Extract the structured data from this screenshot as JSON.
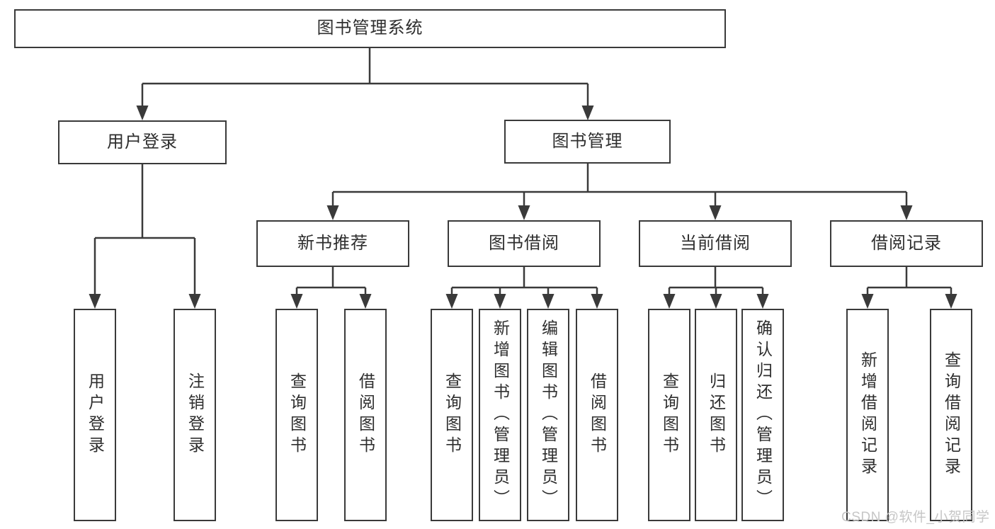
{
  "colors": {
    "line": "#3a3a3a",
    "node_border": "#3a3a3a",
    "node_background": "#ffffff",
    "text": "#2e2e2e",
    "watermark": "#c6c6c6",
    "background": "#ffffff"
  },
  "tree": {
    "root": "图书管理系统",
    "level2": [
      {
        "label": "用户登录"
      },
      {
        "label": "图书管理"
      }
    ],
    "level3": [
      {
        "label": "新书推荐"
      },
      {
        "label": "图书借阅"
      },
      {
        "label": "当前借阅"
      },
      {
        "label": "借阅记录"
      }
    ],
    "leaves": {
      "user_login": [
        "用户登录",
        "注销登录"
      ],
      "new_book": [
        "查询图书",
        "借阅图书"
      ],
      "book_borrow": [
        "查询图书",
        "新增图书（管理员）",
        "编辑图书（管理员）",
        "借阅图书"
      ],
      "current_borrow": [
        "查询图书",
        "归还图书",
        "确认归还（管理员）"
      ],
      "borrow_records": [
        "新增借阅记录",
        "查询借阅记录"
      ]
    }
  },
  "watermark": {
    "text": "CSDN @软件_小贺同学"
  }
}
